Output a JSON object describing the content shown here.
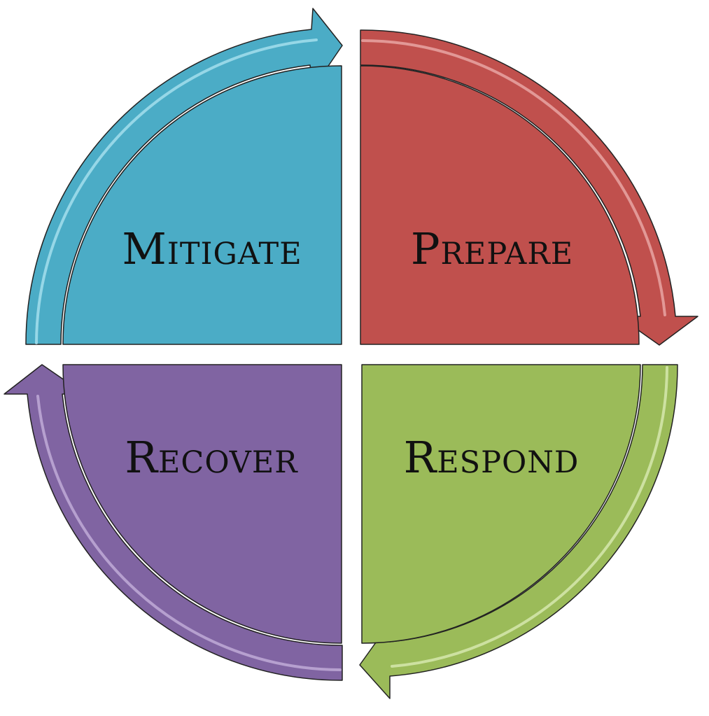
{
  "cycle": {
    "quadrants": [
      {
        "id": "mitigate",
        "label": "Mitigate",
        "color": "#4BACC6",
        "light": "#9FDCEA"
      },
      {
        "id": "prepare",
        "label": "Prepare",
        "color": "#C0504D",
        "light": "#E6A09E"
      },
      {
        "id": "respond",
        "label": "Respond",
        "color": "#9BBB59",
        "light": "#D3E6A9"
      },
      {
        "id": "recover",
        "label": "Recover",
        "color": "#8064A2",
        "light": "#BBA6D4"
      }
    ],
    "outline_color": "#222222"
  }
}
